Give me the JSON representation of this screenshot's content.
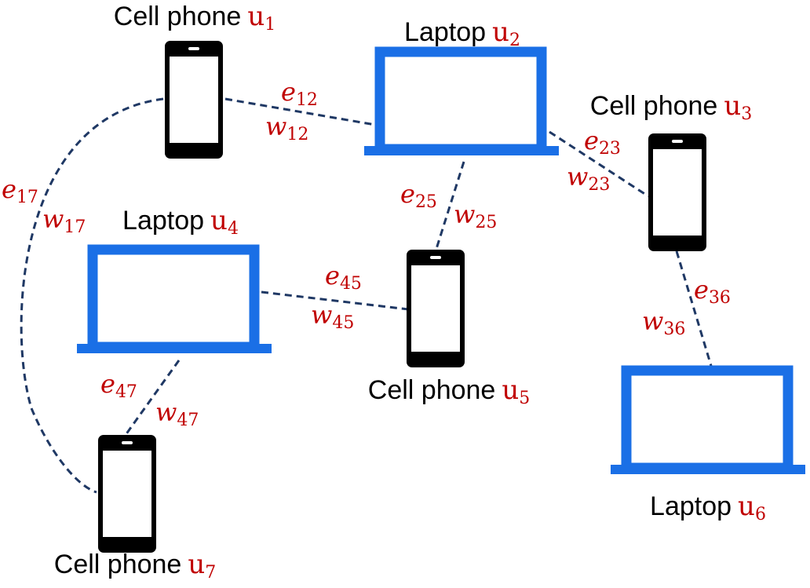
{
  "colors": {
    "laptop": "#1a6fe6",
    "phone": "#000000",
    "link": "#1f3864",
    "variable": "#c00000"
  },
  "devices": {
    "u1": {
      "type_label": "Cell phone",
      "var": "u",
      "sub": "1",
      "icon": "cell-phone-icon"
    },
    "u2": {
      "type_label": "Laptop",
      "var": "u",
      "sub": "2",
      "icon": "laptop-icon"
    },
    "u3": {
      "type_label": "Cell phone",
      "var": "u",
      "sub": "3",
      "icon": "cell-phone-icon"
    },
    "u4": {
      "type_label": "Laptop",
      "var": "u",
      "sub": "4",
      "icon": "laptop-icon"
    },
    "u5": {
      "type_label": "Cell phone",
      "var": "u",
      "sub": "5",
      "icon": "cell-phone-icon"
    },
    "u6": {
      "type_label": "Laptop",
      "var": "u",
      "sub": "6",
      "icon": "laptop-icon"
    },
    "u7": {
      "type_label": "Cell phone",
      "var": "u",
      "sub": "7",
      "icon": "cell-phone-icon"
    }
  },
  "edges": {
    "e12": {
      "from": "u1",
      "to": "u2",
      "e": "e",
      "w": "w",
      "sub": "12"
    },
    "e23": {
      "from": "u2",
      "to": "u3",
      "e": "e",
      "w": "w",
      "sub": "23"
    },
    "e25": {
      "from": "u2",
      "to": "u5",
      "e": "e",
      "w": "w",
      "sub": "25"
    },
    "e36": {
      "from": "u3",
      "to": "u6",
      "e": "e",
      "w": "w",
      "sub": "36"
    },
    "e45": {
      "from": "u4",
      "to": "u5",
      "e": "e",
      "w": "w",
      "sub": "45"
    },
    "e47": {
      "from": "u4",
      "to": "u7",
      "e": "e",
      "w": "w",
      "sub": "47"
    },
    "e17": {
      "from": "u1",
      "to": "u7",
      "e": "e",
      "w": "w",
      "sub": "17"
    }
  }
}
